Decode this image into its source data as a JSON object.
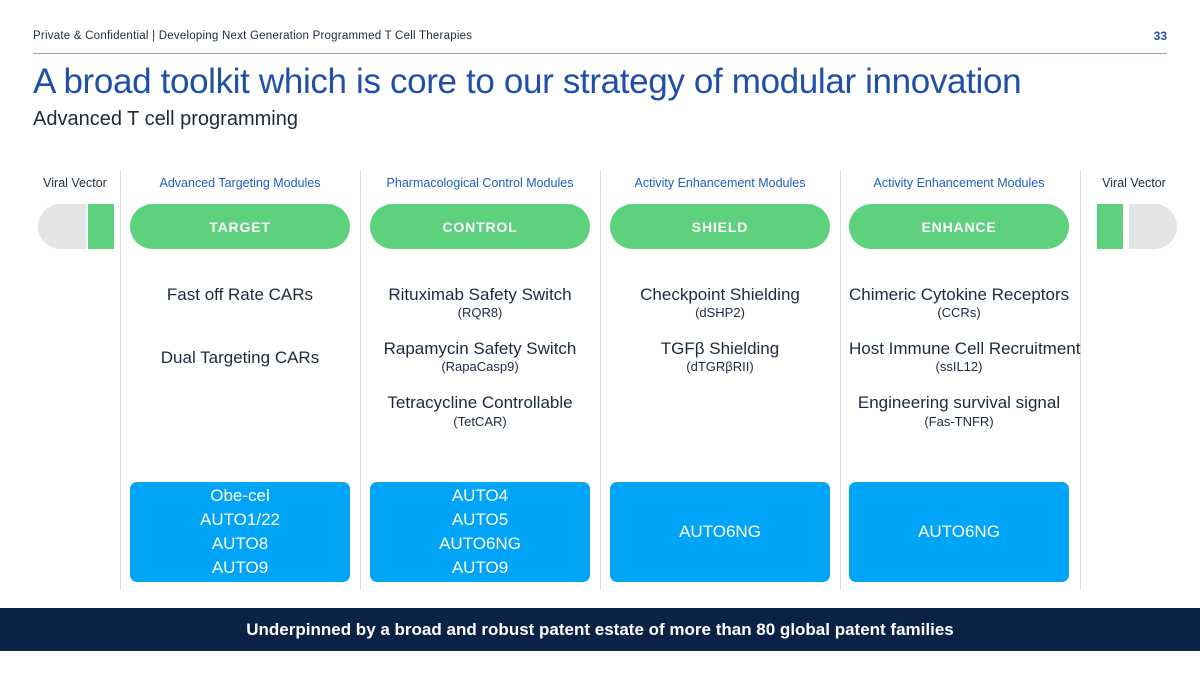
{
  "header": {
    "confidential_text": "Private & Confidential | Developing Next Generation Programmed T Cell Therapies",
    "page_number": "33"
  },
  "title": "A broad toolkit which is core to our strategy of modular innovation",
  "subtitle": "Advanced T cell programming",
  "colors": {
    "title_blue": "#1f4fa8",
    "header_blue": "#1f5fc0",
    "pill_green": "#5ed17e",
    "product_blue": "#00a5f7",
    "banner_navy": "#0b2145",
    "vector_gray": "#e3e4e6"
  },
  "columns": [
    {
      "header": "Viral Vector",
      "header_style": "plain",
      "type": "vector-left",
      "pill": null,
      "items": [],
      "product": null
    },
    {
      "header": "Advanced Targeting Modules",
      "header_style": "blue",
      "type": "module",
      "pill": "TARGET",
      "items": [
        {
          "title": "Fast off Rate CARs",
          "sub": ""
        },
        {
          "title": "Dual Targeting CARs",
          "sub": ""
        }
      ],
      "product": [
        "Obe-cel",
        "AUTO1/22",
        "AUTO8",
        "AUTO9"
      ]
    },
    {
      "header": "Pharmacological Control Modules",
      "header_style": "blue",
      "type": "module",
      "pill": "CONTROL",
      "items": [
        {
          "title": "Rituximab Safety Switch",
          "sub": "(RQR8)"
        },
        {
          "title": "Rapamycin Safety Switch",
          "sub": "(RapaCasp9)"
        },
        {
          "title": "Tetracycline Controllable",
          "sub": "(TetCAR)"
        }
      ],
      "product": [
        "AUTO4",
        "AUTO5",
        "AUTO6NG",
        "AUTO9"
      ]
    },
    {
      "header": "Activity Enhancement Modules",
      "header_style": "blue",
      "type": "module",
      "pill": "SHIELD",
      "items": [
        {
          "title": "Checkpoint Shielding",
          "sub": "(dSHP2)"
        },
        {
          "title": "TGFβ Shielding",
          "sub": "(dTGRβRII)"
        }
      ],
      "product": [
        "AUTO6NG"
      ]
    },
    {
      "header": "Activity Enhancement Modules",
      "header_style": "blue",
      "type": "module",
      "pill": "ENHANCE",
      "items": [
        {
          "title": "Chimeric Cytokine Receptors",
          "sub": "(CCRs)"
        },
        {
          "title": "Host Immune Cell Recruitment",
          "sub": "(ssIL12)"
        },
        {
          "title": "Engineering survival signal",
          "sub": "(Fas-TNFR)"
        }
      ],
      "product": [
        "AUTO6NG"
      ]
    },
    {
      "header": "Viral Vector",
      "header_style": "plain",
      "type": "vector-right",
      "pill": null,
      "items": [],
      "product": null
    }
  ],
  "banner": "Underpinned by a broad and robust patent estate of more than 80 global patent families"
}
